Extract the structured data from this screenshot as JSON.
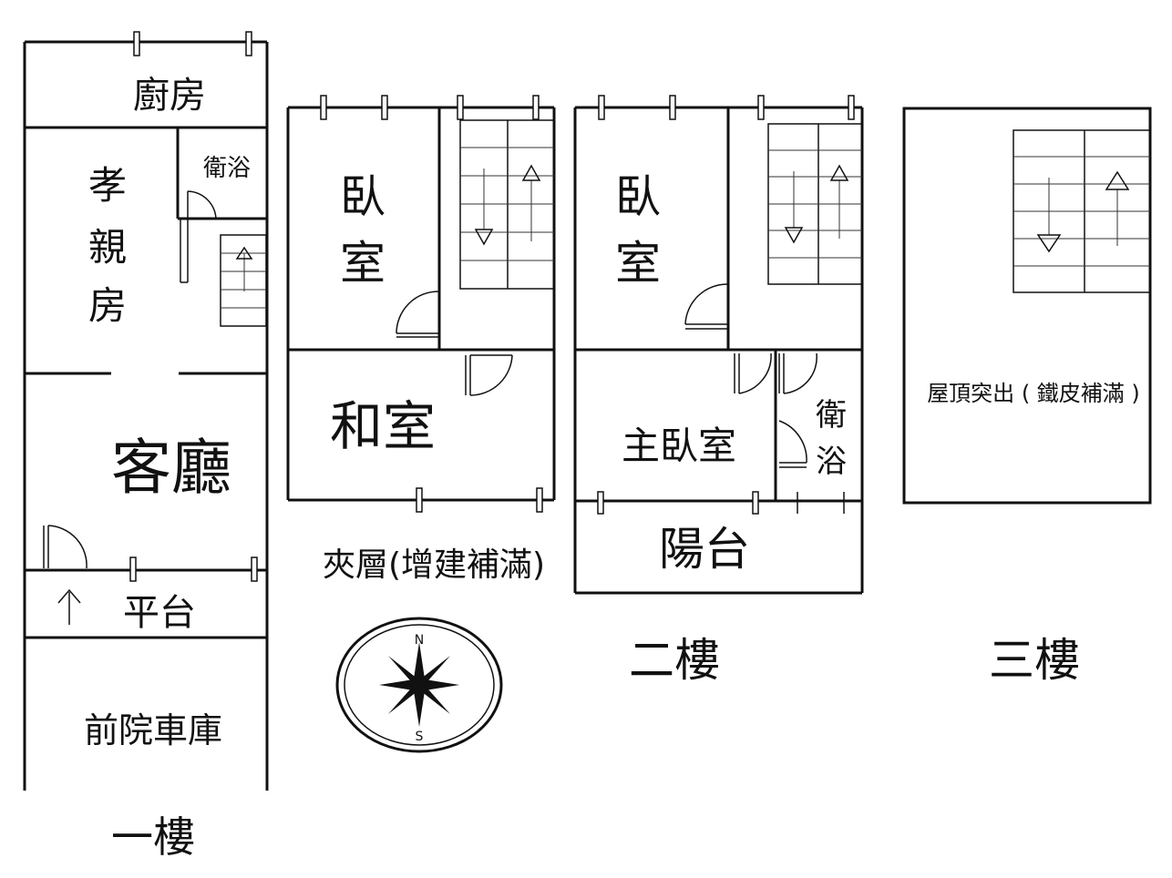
{
  "floors": {
    "first": {
      "label": "一樓",
      "rooms": {
        "kitchen": "廚房",
        "bath": "衛浴",
        "elder_room": [
          "孝",
          "親",
          "房"
        ],
        "living": "客廳",
        "platform": "平台",
        "garage": "前院車庫"
      }
    },
    "mezzanine": {
      "label": "夾層(增建補滿)",
      "rooms": {
        "bedroom": [
          "臥",
          "室"
        ],
        "japanese_room": "和室"
      }
    },
    "second": {
      "label": "二樓",
      "rooms": {
        "bedroom": [
          "臥",
          "室"
        ],
        "master_bedroom": "主臥室",
        "bath": [
          "衛",
          "浴"
        ],
        "balcony": "陽台"
      }
    },
    "third": {
      "label": "三樓",
      "rooms": {
        "roof": "屋頂突出 ( 鐵皮補滿 )"
      }
    }
  },
  "compass": {
    "north": "N",
    "south": "S"
  },
  "colors": {
    "line": "#111111",
    "background": "#ffffff"
  }
}
